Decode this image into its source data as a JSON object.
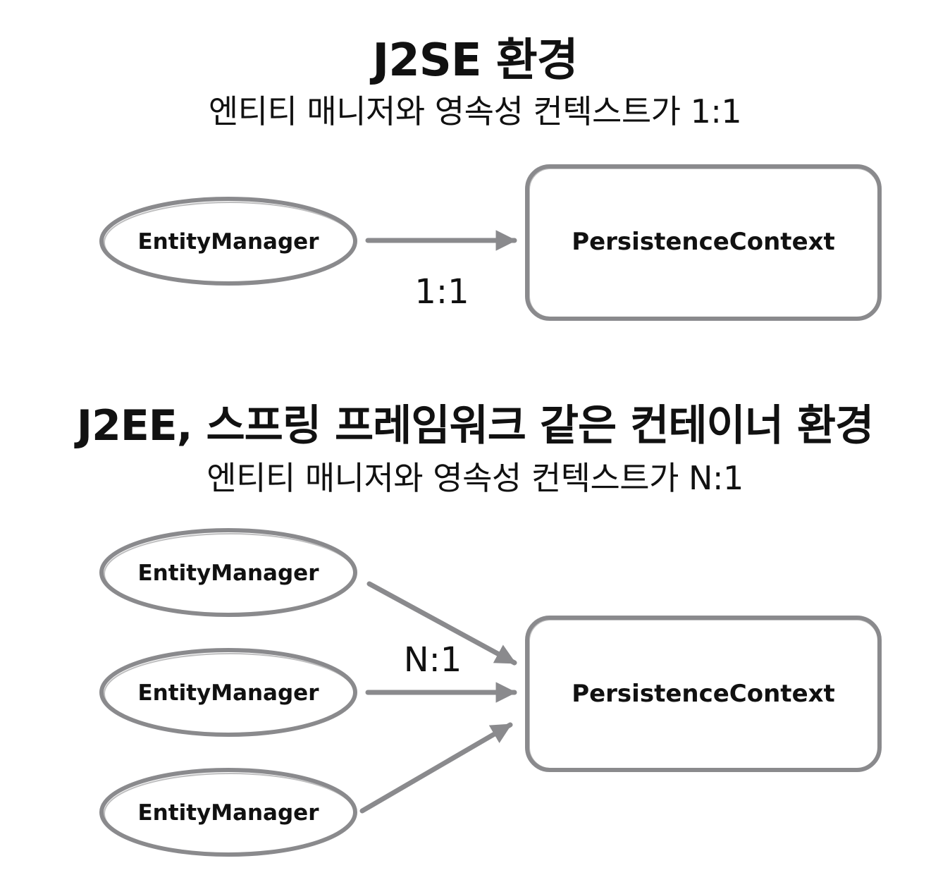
{
  "j2se": {
    "title": "J2SE 환경",
    "subtitle": "엔티티 매니저와 영속성 컨텍스트가 1:1",
    "manager_label": "EntityManager",
    "context_label": "PersistenceContext",
    "relation_label": "1:1"
  },
  "j2ee": {
    "title": "J2EE, 스프링 프레임워크 같은 컨테이너 환경",
    "subtitle": "엔티티 매니저와 영속성 컨텍스트가 N:1",
    "managers": [
      {
        "label": "EntityManager"
      },
      {
        "label": "EntityManager"
      },
      {
        "label": "EntityManager"
      }
    ],
    "context_label": "PersistenceContext",
    "relation_label": "N:1"
  },
  "colors": {
    "stroke": "#8a8a8d",
    "text": "#111111"
  }
}
